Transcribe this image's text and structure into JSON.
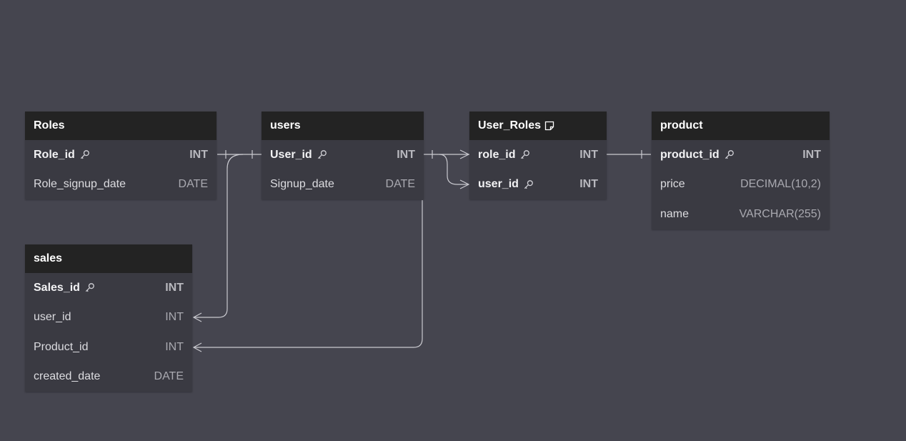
{
  "colors": {
    "background": "#45454f",
    "table_header": "#232323",
    "table_body": "#3a3a42",
    "connector": "#c9c9cf"
  },
  "tables": {
    "roles": {
      "name": "Roles",
      "columns": [
        {
          "name": "Role_id",
          "type": "INT",
          "pk": true
        },
        {
          "name": "Role_signup_date",
          "type": "DATE",
          "pk": false
        }
      ]
    },
    "users": {
      "name": "users",
      "columns": [
        {
          "name": "User_id",
          "type": "INT",
          "pk": true
        },
        {
          "name": "Signup_date",
          "type": "DATE",
          "pk": false
        }
      ]
    },
    "user_roles": {
      "name": "User_Roles",
      "icon": "note-icon",
      "columns": [
        {
          "name": "role_id",
          "type": "INT",
          "pk": true
        },
        {
          "name": "user_id",
          "type": "INT",
          "pk": true
        }
      ]
    },
    "product": {
      "name": "product",
      "columns": [
        {
          "name": "product_id",
          "type": "INT",
          "pk": true
        },
        {
          "name": "price",
          "type": "DECIMAL(10,2)",
          "pk": false
        },
        {
          "name": "name",
          "type": "VARCHAR(255)",
          "pk": false
        }
      ]
    },
    "sales": {
      "name": "sales",
      "columns": [
        {
          "name": "Sales_id",
          "type": "INT",
          "pk": true
        },
        {
          "name": "user_id",
          "type": "INT",
          "pk": false
        },
        {
          "name": "Product_id",
          "type": "INT",
          "pk": false
        },
        {
          "name": "created_date",
          "type": "DATE",
          "pk": false
        }
      ]
    }
  },
  "relationships": [
    {
      "from": "Roles.Role_id",
      "to": "users.User_id",
      "kind": "one-to-one"
    },
    {
      "from": "users.User_id",
      "to": "User_Roles.role_id",
      "kind": "one-to-many"
    },
    {
      "from": "users.User_id",
      "to": "User_Roles.user_id",
      "kind": "one-to-many"
    },
    {
      "from": "User_Roles.role_id",
      "to": "product.product_id",
      "kind": "one-to-one"
    },
    {
      "from": "users.User_id",
      "to": "sales.user_id",
      "kind": "one-to-many"
    },
    {
      "from": "users",
      "to": "sales.Product_id",
      "kind": "one-to-many"
    }
  ]
}
